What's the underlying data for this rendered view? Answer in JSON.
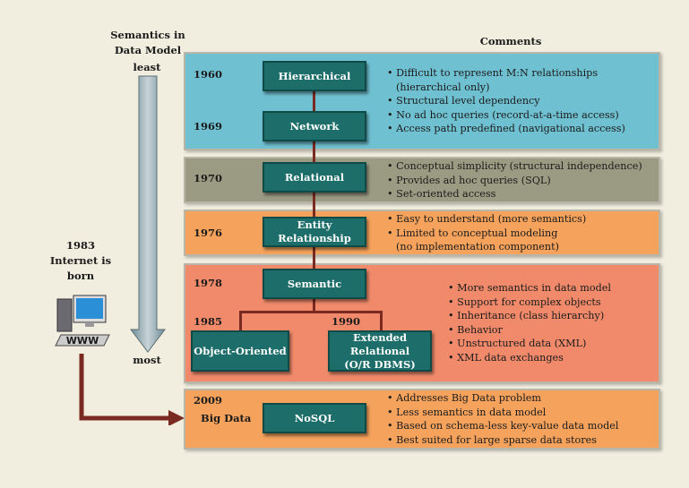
{
  "headers": {
    "semantics": "Semantics in Data Model",
    "comments": "Comments",
    "least": "least",
    "most": "most"
  },
  "internet": {
    "text": "1983 Internet is born",
    "icon_label": "WWW"
  },
  "colors": {
    "band1": "#6fc0d1",
    "band2": "#9b9a82",
    "band3": "#f5a25c",
    "band4": "#f08a6a",
    "band5": "#f5a25c",
    "model_box": "#1d6e6a",
    "connector": "#7a2a20"
  },
  "bands": {
    "b1": {
      "year_a": "1960",
      "year_b": "1969",
      "model_a": "Hierarchical",
      "model_b": "Network",
      "comments": [
        "• Difficult to represent M:N relationships",
        "(hierarchical only)",
        "• Structural level dependency",
        "• No ad hoc queries (record-at-a-time access)",
        "• Access path predefined (navigational access)"
      ]
    },
    "b2": {
      "year": "1970",
      "model": "Relational",
      "comments": [
        "• Conceptual simplicity (structural independence)",
        "• Provides ad hoc queries (SQL)",
        "• Set-oriented access"
      ]
    },
    "b3": {
      "year": "1976",
      "model": "Entity Relationship",
      "comments": [
        "• Easy to understand (more semantics)",
        "• Limited to conceptual modeling",
        "(no implementation component)"
      ]
    },
    "b4": {
      "year": "1978",
      "model": "Semantic",
      "year_oo": "1985",
      "year_er": "1990",
      "model_oo": "Object-Oriented",
      "model_er_1": "Extended Relational",
      "model_er_2": "(O/R DBMS)",
      "comments": [
        "• More semantics in data model",
        "• Support for complex objects",
        "• Inheritance (class hierarchy)",
        "• Behavior",
        "• Unstructured data (XML)",
        "• XML data exchanges"
      ]
    },
    "b5": {
      "year": "2009",
      "label": "Big Data",
      "model": "NoSQL",
      "comments": [
        "• Addresses Big Data problem",
        "• Less semantics in data model",
        "• Based on schema-less key-value data model",
        "• Best suited for large sparse data stores"
      ]
    }
  }
}
